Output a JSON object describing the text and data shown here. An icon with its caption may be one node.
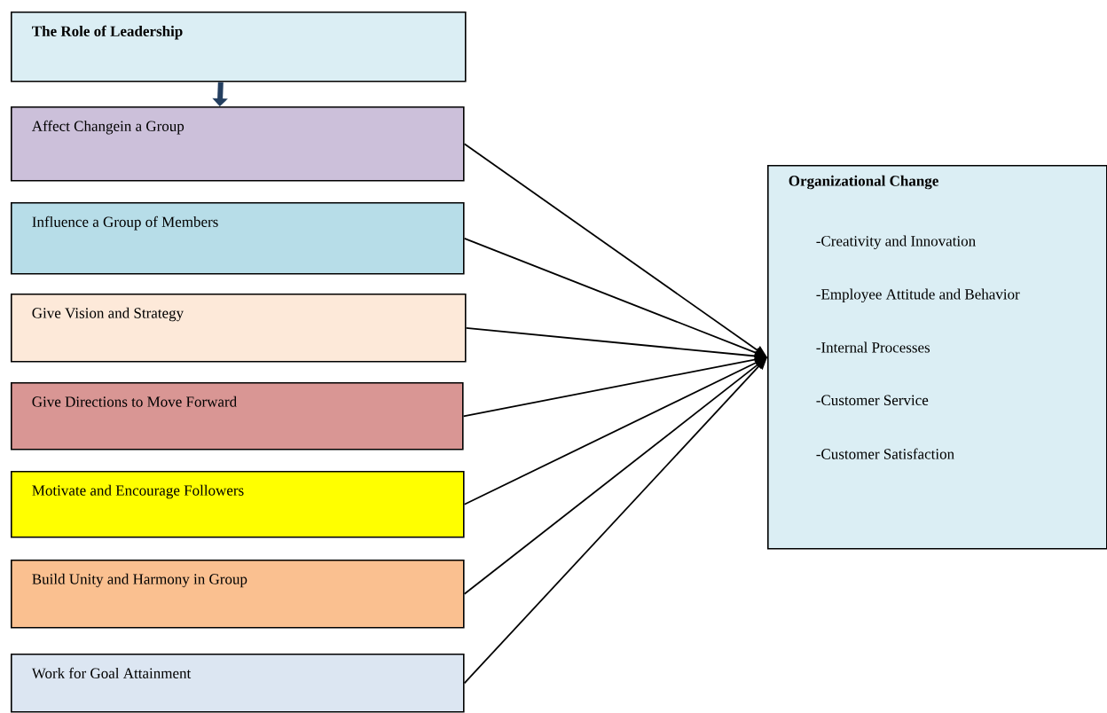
{
  "diagram": {
    "nodes": [
      {
        "text": [
          "The Role of Leadership"
        ]
      },
      {
        "text": [
          "Affect Changein a Group"
        ]
      },
      {
        "text": [
          "Influence a Group of Members"
        ]
      },
      {
        "text": [
          "Give Vision and Strategy"
        ]
      },
      {
        "text": [
          "Give Directions to Move Forward"
        ]
      },
      {
        "text": [
          "Motivate and Encourage Followers"
        ]
      },
      {
        "text": [
          "Build Unity and Harmony in Group"
        ]
      },
      {
        "text": [
          "Work for Goal Attainment"
        ]
      },
      {
        "text": [
          "Organizational Change",
          "-Creativity and Innovation",
          "-Employee Attitude and Behavior",
          "-Internal Processes",
          "-Customer Service",
          "-Customer Satisfaction"
        ]
      }
    ],
    "edges": [
      {
        "from": 0,
        "to": 1,
        "arrow": "to",
        "style": "thick",
        "color": "#243f60"
      },
      {
        "from": 1,
        "to": 8,
        "arrow": "to"
      },
      {
        "from": 2,
        "to": 8,
        "arrow": "to"
      },
      {
        "from": 3,
        "to": 8,
        "arrow": "to"
      },
      {
        "from": 4,
        "to": 8,
        "arrow": "to"
      },
      {
        "from": 5,
        "to": 8,
        "arrow": "to"
      },
      {
        "from": 6,
        "to": 8,
        "arrow": "to"
      },
      {
        "from": 7,
        "to": 8,
        "arrow": "to"
      }
    ]
  }
}
